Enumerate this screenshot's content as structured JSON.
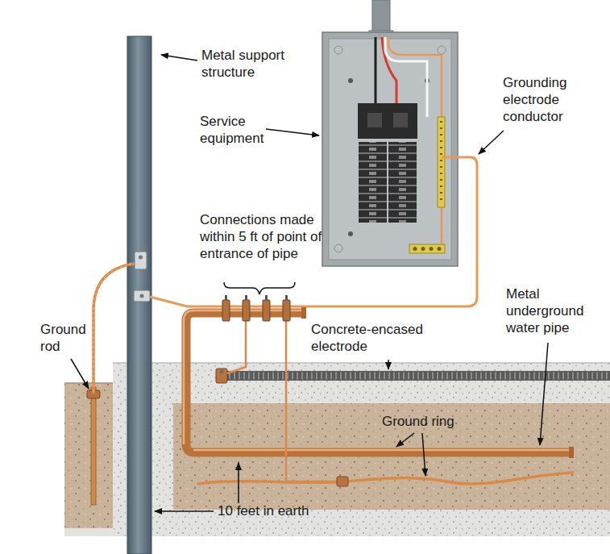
{
  "diagram": {
    "labels": [
      "Metal support structure",
      "Service equipment",
      "Grounding electrode conductor",
      "Connections made within 5 ft of point of entrance of pipe",
      "Metal underground water pipe",
      "Ground rod",
      "Concrete-encased electrode",
      "Ground ring",
      "10 feet in earth"
    ]
  }
}
